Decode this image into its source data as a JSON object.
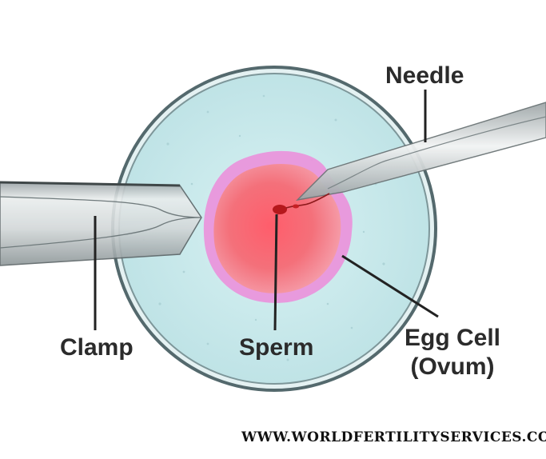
{
  "labels": {
    "needle": "Needle",
    "clamp": "Clamp",
    "sperm": "Sperm",
    "egg_line1": "Egg Cell",
    "egg_line2": "(Ovum)"
  },
  "watermark": "WWW.WORLDFERTILITYSERVICES.COM",
  "colors": {
    "dish_fluid": "#c9ecee",
    "dish_rim": "#5f7c80",
    "egg_outer": "#e889d6",
    "egg_inner": "#f0606c",
    "sperm": "#b3171b",
    "leader_line": "#222222"
  }
}
